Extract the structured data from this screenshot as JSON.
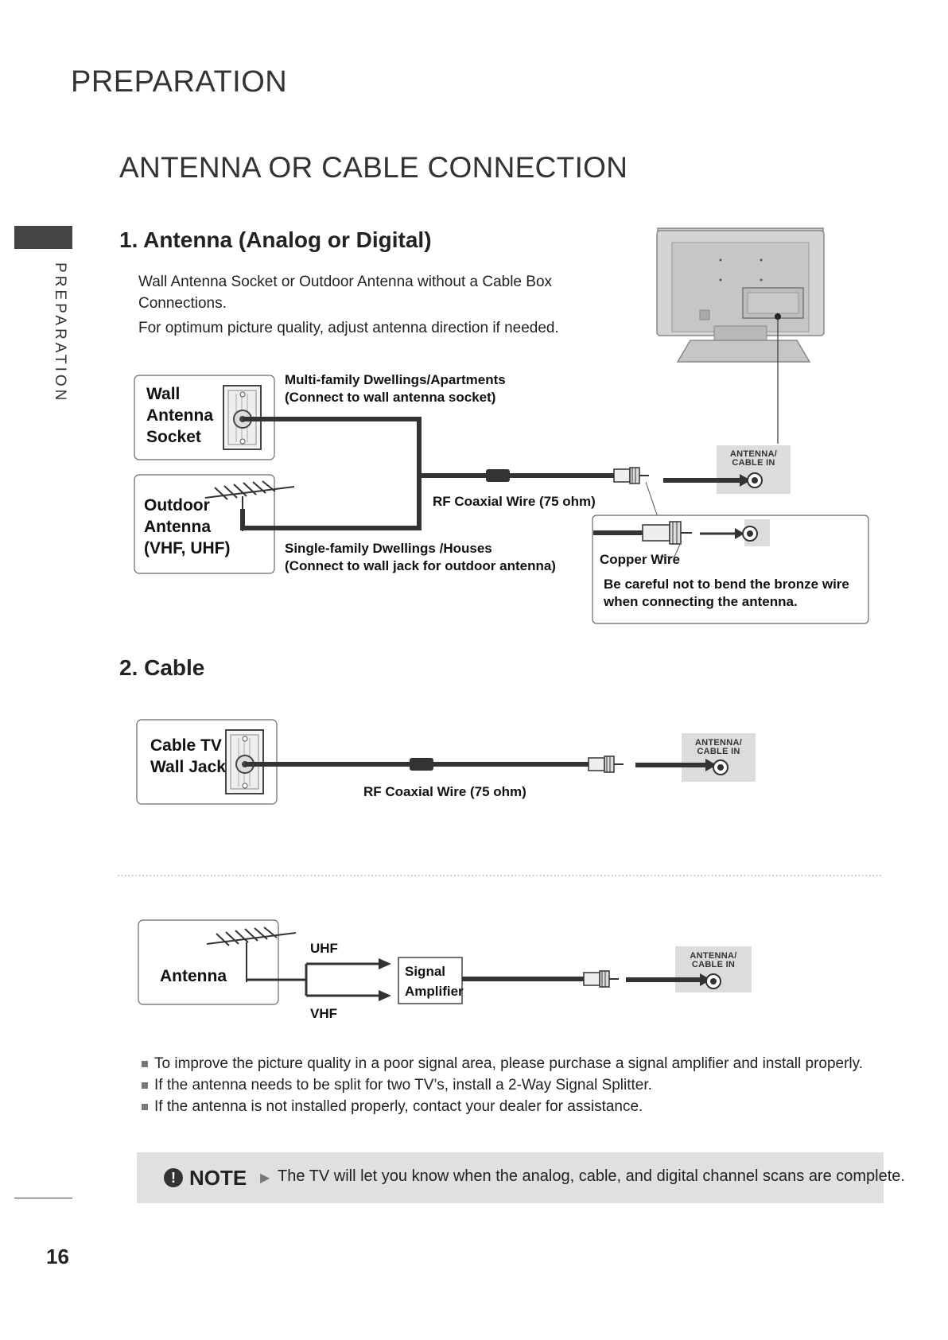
{
  "header": "PREPARATION",
  "page_title": "ANTENNA OR CABLE CONNECTION",
  "side_label": "PREPARATION",
  "section1": {
    "heading": "1. Antenna (Analog or Digital)",
    "intro_lines": [
      "Wall Antenna Socket or Outdoor Antenna without a Cable Box",
      "Connections.",
      "For optimum picture quality, adjust antenna direction if needed."
    ],
    "wall_socket_label": [
      "Wall",
      "Antenna",
      "Socket"
    ],
    "outdoor_label": [
      "Outdoor",
      "Antenna",
      "(VHF, UHF)"
    ],
    "multi_family": [
      "Multi-family Dwellings/Apartments",
      "(Connect to wall antenna socket)"
    ],
    "single_family": [
      "Single-family Dwellings /Houses",
      "(Connect to wall jack for outdoor antenna)"
    ],
    "rf_label": "RF Coaxial Wire (75 ohm)",
    "jack_label": [
      "ANTENNA/",
      "CABLE IN"
    ],
    "copper_label": "Copper Wire",
    "caution": [
      "Be careful not to bend the bronze wire",
      "when connecting the antenna."
    ]
  },
  "section2": {
    "heading": "2. Cable",
    "cable_label": [
      "Cable TV",
      "Wall Jack"
    ],
    "rf_label": "RF Coaxial Wire (75 ohm)",
    "jack_label": [
      "ANTENNA/",
      "CABLE IN"
    ]
  },
  "section3": {
    "antenna_label": "Antenna",
    "uhf": "UHF",
    "vhf": "VHF",
    "amp_label": [
      "Signal",
      "Amplifier"
    ],
    "jack_label": [
      "ANTENNA/",
      "CABLE IN"
    ]
  },
  "bullets": [
    "To improve the picture quality in a poor signal area, please purchase a signal amplifier and install properly.",
    "If the antenna needs to be split for two TV’s, install a 2-Way Signal Splitter.",
    "If the antenna is not installed properly, contact your dealer for assistance."
  ],
  "note": {
    "icon": "exclamation-icon",
    "label": "NOTE",
    "text": "The TV will let you know when the analog, cable, and digital channel scans are complete."
  },
  "page_number": "16"
}
